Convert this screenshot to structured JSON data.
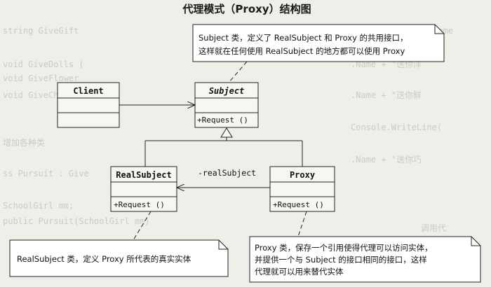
{
  "title": "代理模式（Proxy）结构图",
  "classes": {
    "client": {
      "name": "Client"
    },
    "subject": {
      "name": "Subject",
      "op": "+Request ()"
    },
    "realsubject": {
      "name": "RealSubject",
      "op": "+Request ()"
    },
    "proxy": {
      "name": "Proxy",
      "op": "+Request ()"
    }
  },
  "association_role": "-realSubject",
  "notes": {
    "top": [
      "Subject 类，定义了 RealSubject 和 Proxy 的共用接口，",
      "这样就在任何使用 RealSubject 的地方都可以使用 Proxy"
    ],
    "left": [
      "RealSubject 类，定义 Proxy 所代表的真实实体"
    ],
    "right": [
      "Proxy 类，保存一个引用使得代理可以访问实体，",
      "并提供一个与 Subject 的接口相同的接口，这样",
      "代理就可以用来替代实体"
    ]
  }
}
